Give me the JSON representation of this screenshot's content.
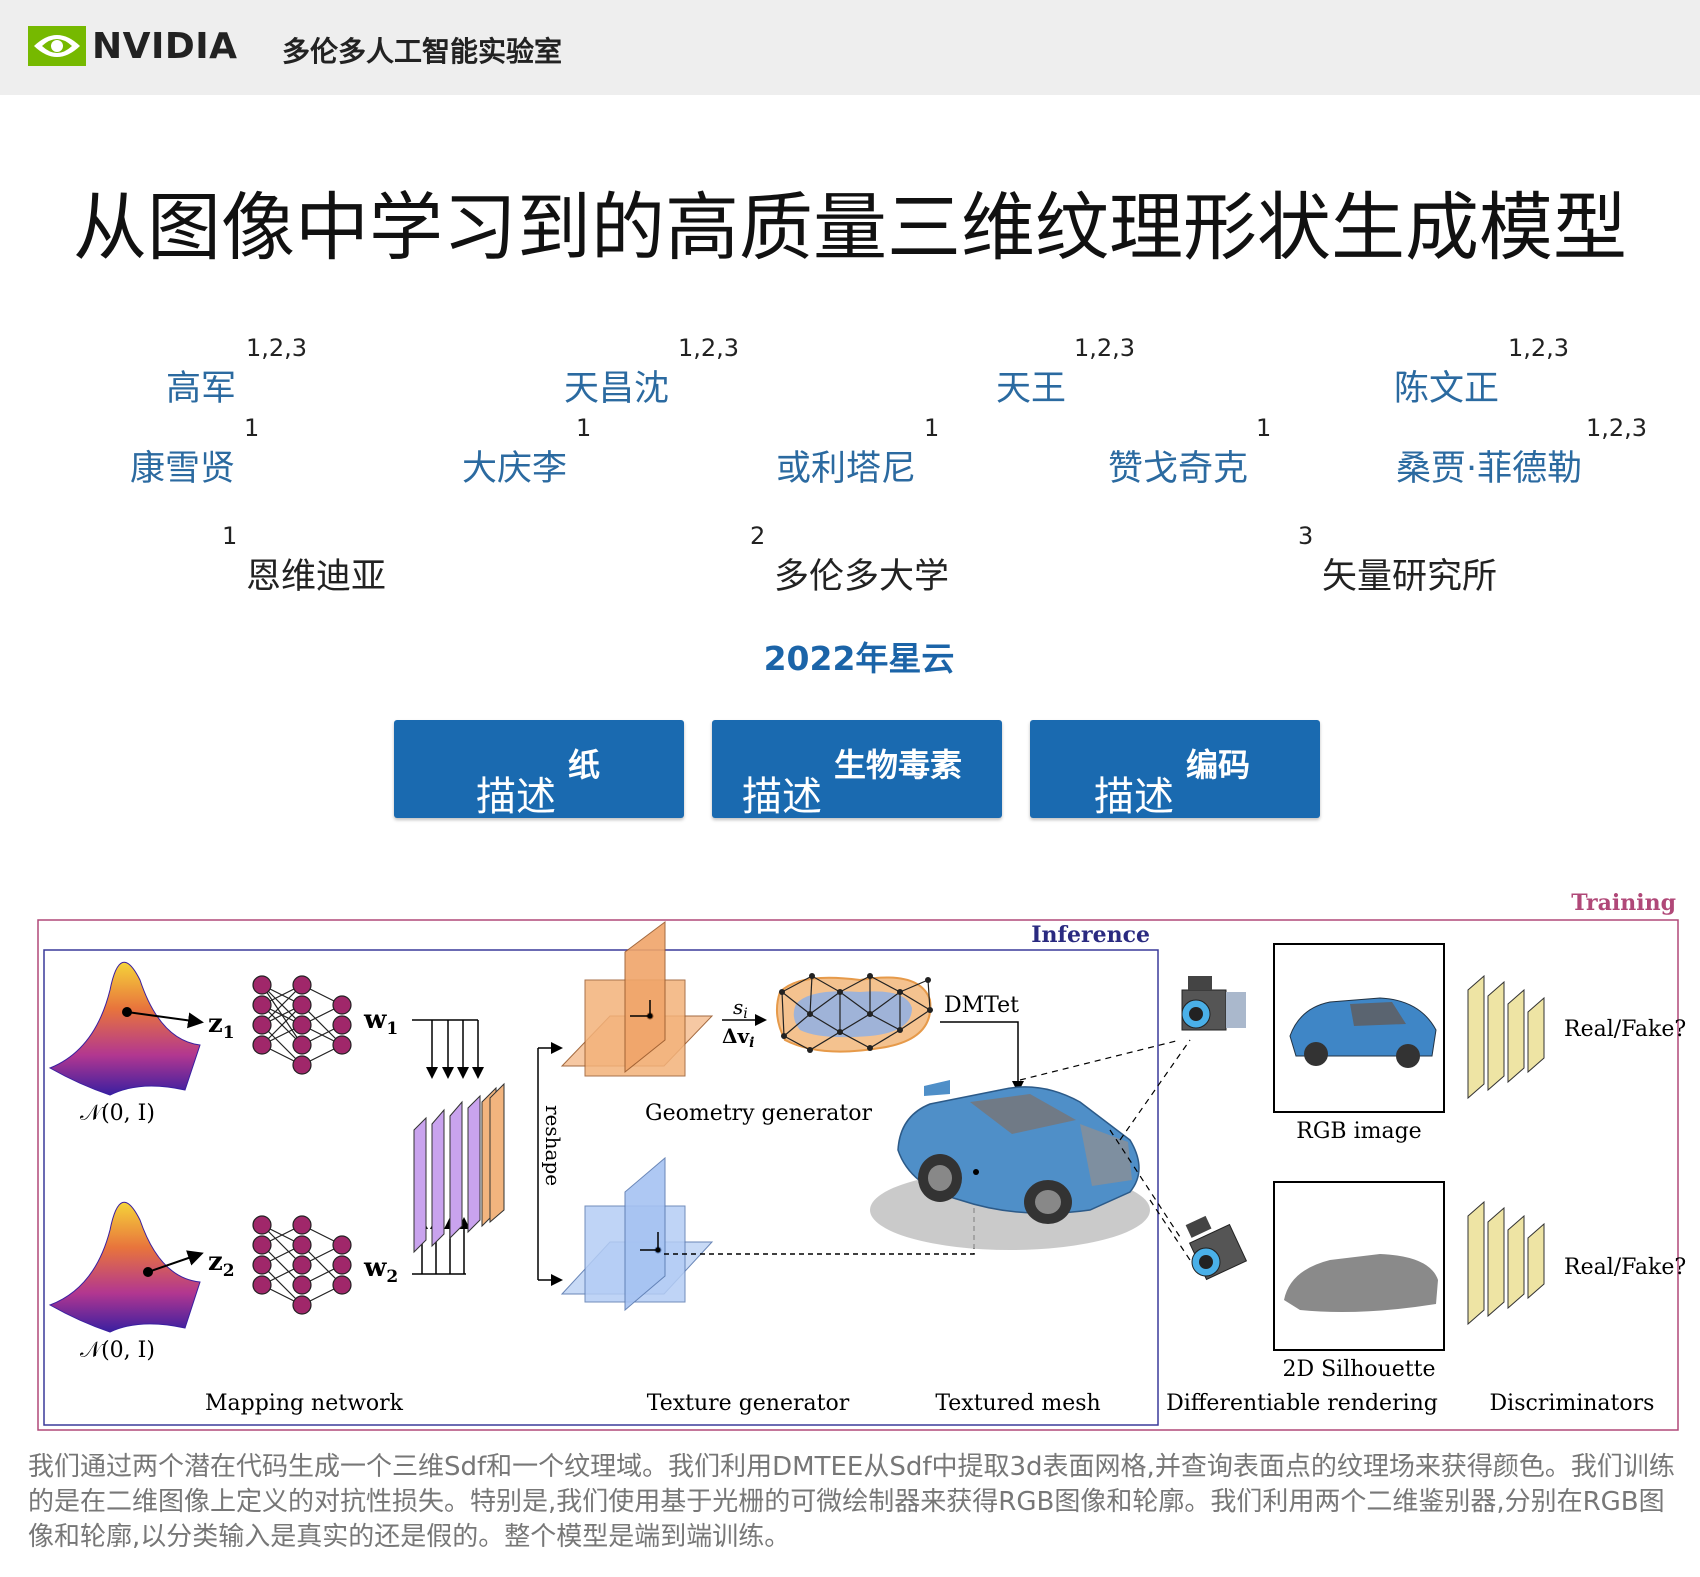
{
  "header": {
    "logo_text": "NVIDIA",
    "lab_name": "多伦多人工智能实验室",
    "brand_color": "#76b900"
  },
  "title": "从图像中学习到的高质量三维纹理形状生成模型",
  "authors_row1": [
    {
      "name": "高军",
      "sup": "1,2,3"
    },
    {
      "name": "天昌沈",
      "sup": "1,2,3"
    },
    {
      "name": "天王",
      "sup": "1,2,3"
    },
    {
      "name": "陈文正",
      "sup": "1,2,3"
    }
  ],
  "authors_row2": [
    {
      "name": "康雪贤",
      "sup": "1"
    },
    {
      "name": "大庆李",
      "sup": "1"
    },
    {
      "name": "或利塔尼",
      "sup": "1"
    },
    {
      "name": "赞戈奇克",
      "sup": "1"
    },
    {
      "name": "桑贾·菲德勒",
      "sup": "1,2,3"
    }
  ],
  "affiliations": [
    {
      "num": "1",
      "name": "恩维迪亚"
    },
    {
      "num": "2",
      "name": "多伦多大学"
    },
    {
      "num": "3",
      "name": "矢量研究所"
    }
  ],
  "venue": "2022年星云",
  "buttons": [
    {
      "main": "描述",
      "sup": "纸"
    },
    {
      "main": "描述",
      "sup": "生物毒素"
    },
    {
      "main": "描述",
      "sup": "编码"
    }
  ],
  "figure": {
    "training_label": "Training",
    "inference_label": "Inference",
    "z1": "z",
    "z1_sub": "1",
    "z2": "z",
    "z2_sub": "2",
    "w1": "w",
    "w1_sub": "1",
    "w2": "w",
    "w2_sub": "2",
    "normal_label": "𝒩(0, I)",
    "reshape": "reshape",
    "si": "s",
    "si_sub": "i",
    "dvi": "Δv",
    "dvi_sub": "i",
    "dmtet": "DMTet",
    "geometry_generator": "Geometry generator",
    "texture_generator": "Texture generator",
    "textured_mesh": "Textured mesh",
    "mapping_network": "Mapping network",
    "differentiable_rendering": "Differentiable rendering",
    "discriminators": "Discriminators",
    "rgb_image": "RGB image",
    "silhouette": "2D Silhouette",
    "real_fake": "Real/Fake?"
  },
  "description": "我们通过两个潜在代码生成一个三维Sdf和一个纹理域。我们利用DMTEE从Sdf中提取3d表面网格,并查询表面点的纹理场来获得颜色。我们训练的是在二维图像上定义的对抗性损失。特别是,我们使用基于光栅的可微绘制器来获得RGB图像和轮廓。我们利用两个二维鉴别器,分别在RGB图像和轮廓,以分类输入是真实的还是假的。整个模型是端到端训练。"
}
